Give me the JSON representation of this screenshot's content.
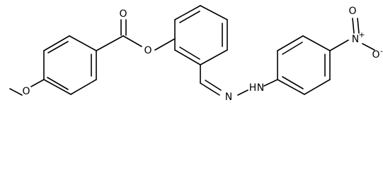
{
  "molecule": {
    "atoms": {
      "carbonyl_o": "O",
      "ester_o": "O",
      "methoxy_o": "O",
      "nitro_n": "N",
      "nitro_n_charge": "+",
      "nitro_o_top": "O",
      "nitro_o_bottom": "O",
      "nitro_o_bottom_charge": "-",
      "hydrazone_n1": "N",
      "hydrazone_n2": "N",
      "hydrazone_h": "H"
    }
  }
}
